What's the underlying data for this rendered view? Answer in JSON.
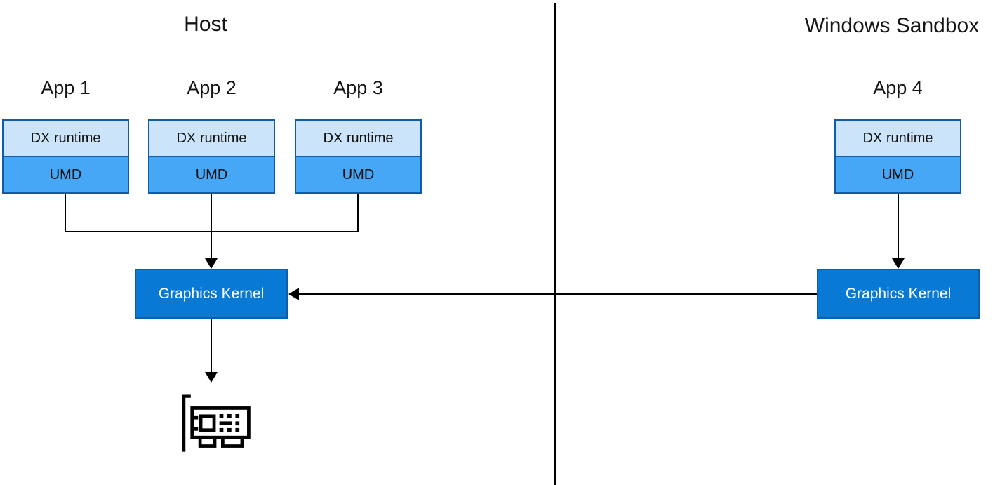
{
  "panels": {
    "host": {
      "title": "Host"
    },
    "sandbox": {
      "title": "Windows Sandbox"
    }
  },
  "apps": [
    {
      "label": "App 1",
      "dx": "DX runtime",
      "umd": "UMD"
    },
    {
      "label": "App 2",
      "dx": "DX runtime",
      "umd": "UMD"
    },
    {
      "label": "App 3",
      "dx": "DX runtime",
      "umd": "UMD"
    },
    {
      "label": "App 4",
      "dx": "DX runtime",
      "umd": "UMD"
    }
  ],
  "kernels": {
    "host": {
      "label": "Graphics Kernel"
    },
    "sandbox": {
      "label": "Graphics Kernel"
    }
  },
  "icons": {
    "gpu": "gpu-card-icon"
  },
  "colors": {
    "dx_fill": "#cbe4fa",
    "umd_fill": "#47a7f7",
    "app_border": "#0f5ca8",
    "kernel_fill": "#0879d4",
    "kernel_border": "#0b5ea8",
    "line": "#000000"
  }
}
